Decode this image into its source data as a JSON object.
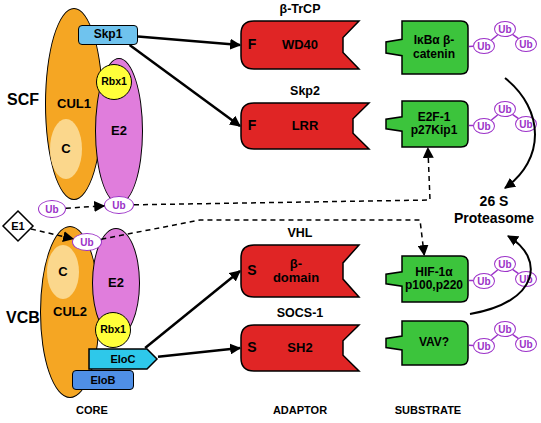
{
  "diagram": {
    "nodes": [
      {
        "text": [
          "CUL1"
        ]
      },
      {
        "text": [
          "C"
        ],
        "in": 0
      },
      {
        "text": [
          "Skp1"
        ]
      },
      {
        "text": [
          "Rbx1"
        ]
      },
      {
        "text": [
          "E2"
        ]
      },
      {
        "text": [
          "Ub"
        ]
      },
      {
        "text": [
          "E1"
        ]
      },
      {
        "text": [
          "Ub"
        ]
      },
      {
        "text": [
          "CUL2"
        ]
      },
      {
        "text": [
          "C"
        ],
        "in": 8
      },
      {
        "text": [
          "E2"
        ]
      },
      {
        "text": [
          "Ub"
        ]
      },
      {
        "text": [
          "Rbx1"
        ]
      },
      {
        "text": [
          "EloC"
        ]
      },
      {
        "text": [
          "EloB"
        ]
      },
      {
        "text": [
          "β-TrCP",
          "F",
          "WD40"
        ]
      },
      {
        "text": [
          "Skp2",
          "F",
          "LRR"
        ]
      },
      {
        "text": [
          "VHL",
          "S",
          "β-domain"
        ]
      },
      {
        "text": [
          "SOCS-1",
          "S",
          "SH2"
        ]
      },
      {
        "text": [
          "IκBα β-catenin"
        ]
      },
      {
        "text": [
          "E2F-1 p27Kip1"
        ]
      },
      {
        "text": [
          "HIF-1α p100,p220"
        ]
      },
      {
        "text": [
          "VAV?"
        ]
      },
      {
        "text": [
          "Ub"
        ]
      },
      {
        "text": [
          "Ub"
        ]
      },
      {
        "text": [
          "Ub"
        ]
      },
      {
        "text": [
          "Ub"
        ]
      },
      {
        "text": [
          "Ub"
        ]
      },
      {
        "text": [
          "Ub"
        ]
      },
      {
        "text": [
          "Ub"
        ]
      },
      {
        "text": [
          "Ub"
        ]
      },
      {
        "text": [
          "Ub"
        ]
      },
      {
        "text": [
          "Ub"
        ]
      },
      {
        "text": [
          "Ub"
        ]
      },
      {
        "text": [
          "Ub"
        ]
      }
    ],
    "edges": [
      {
        "from": 2,
        "to": 15,
        "arrow": "to"
      },
      {
        "from": 2,
        "to": 16,
        "arrow": "to"
      },
      {
        "from": 13,
        "to": 17,
        "arrow": "to"
      },
      {
        "from": 13,
        "to": 18,
        "arrow": "to"
      },
      {
        "from": 7,
        "to": 5,
        "arrow": "to"
      },
      {
        "from": 6,
        "to": 11,
        "arrow": "to"
      },
      {
        "from": 5,
        "to": 20,
        "arrow": "to"
      },
      {
        "from": 11,
        "to": 21,
        "arrow": "to"
      },
      {
        "from": 19,
        "to": 23,
        "arrow": "none"
      },
      {
        "from": 23,
        "to": 24,
        "arrow": "none"
      },
      {
        "from": 24,
        "to": 25,
        "arrow": "none"
      },
      {
        "from": 20,
        "to": 26,
        "arrow": "none"
      },
      {
        "from": 26,
        "to": 27,
        "arrow": "none"
      },
      {
        "from": 27,
        "to": 28,
        "arrow": "none"
      },
      {
        "from": 21,
        "to": 29,
        "arrow": "none"
      },
      {
        "from": 29,
        "to": 30,
        "arrow": "none"
      },
      {
        "from": 30,
        "to": 31,
        "arrow": "none"
      },
      {
        "from": 22,
        "to": 32,
        "arrow": "none"
      },
      {
        "from": 32,
        "to": 33,
        "arrow": "none"
      },
      {
        "from": 33,
        "to": 34,
        "arrow": "none"
      }
    ],
    "labels": [
      "SCF",
      "VCB",
      "26 S Proteasome",
      "CORE",
      "ADAPTOR",
      "SUBSTRATE"
    ]
  }
}
